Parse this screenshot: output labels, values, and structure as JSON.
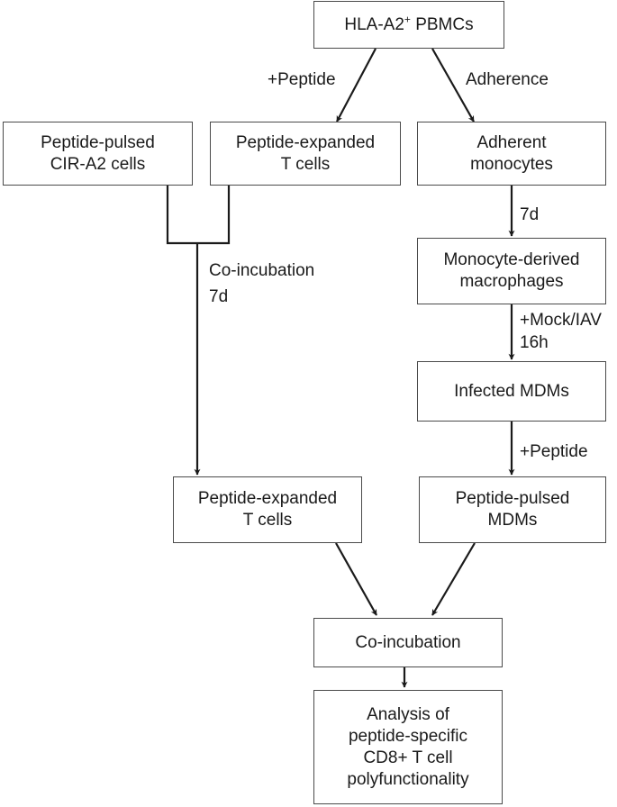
{
  "nodes": {
    "pbmc": {
      "label": "HLA-A2",
      "sup": "+",
      "label_rest": " PBMCs"
    },
    "cir": {
      "line1": "Peptide-pulsed",
      "line2": "CIR-A2 cells"
    },
    "pet_top": {
      "line1": "Peptide-expanded",
      "line2": "T cells"
    },
    "adherent": {
      "line1": "Adherent",
      "line2": "monocytes"
    },
    "mdm": {
      "line1": "Monocyte-derived",
      "line2": "macrophages"
    },
    "infected": {
      "line1": "Infected MDMs"
    },
    "pet_bottom": {
      "line1": "Peptide-expanded",
      "line2": "T cells"
    },
    "pulsed_mdm": {
      "line1": "Peptide-pulsed",
      "line2": "MDMs"
    },
    "coinc": {
      "line1": "Co-incubation"
    },
    "analysis": {
      "line1": "Analysis of",
      "line2": "peptide-specific",
      "line3": "CD8+ T cell",
      "line4": "polyfunctionality"
    }
  },
  "edges": {
    "peptide_top": "+Peptide",
    "adherence": "Adherence",
    "coinc_label1": "Co-incubation",
    "coinc_label2": "7d",
    "day7": "7d",
    "mock_iav1": "+Mock/IAV",
    "mock_iav2": "16h",
    "peptide_mid": "+Peptide"
  }
}
